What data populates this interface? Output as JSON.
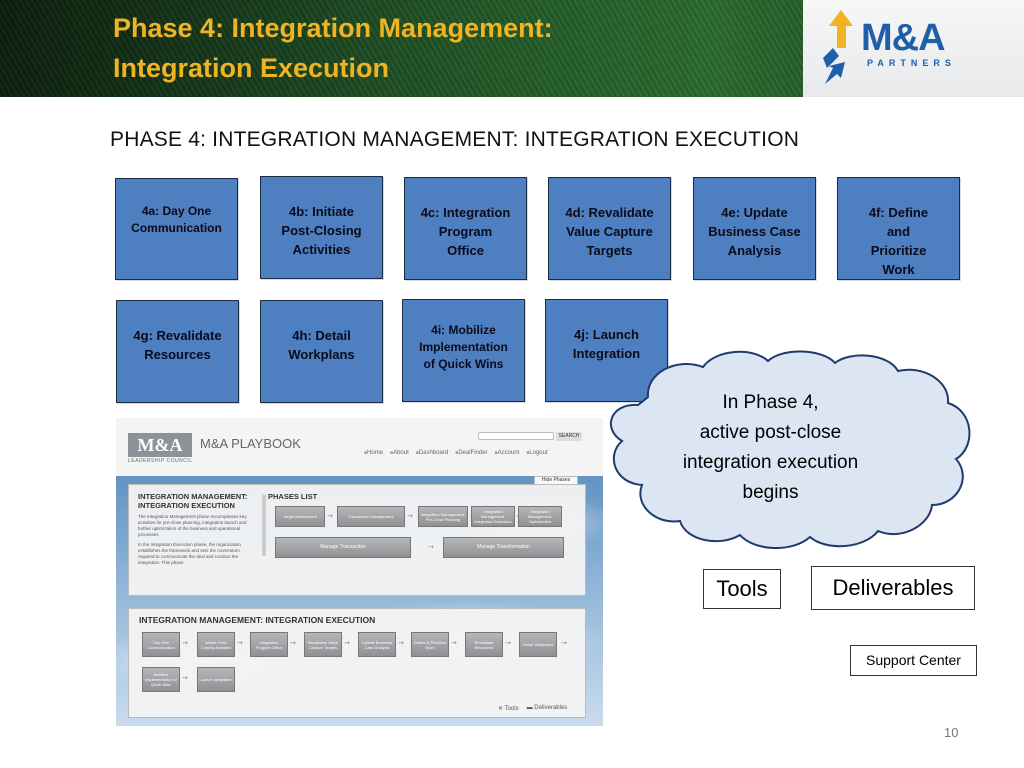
{
  "header": {
    "title_line1": "Phase 4: Integration Management:",
    "title_line2": "Integration Execution",
    "logo_text": "M&A",
    "logo_sub": "PARTNERS"
  },
  "slide_heading": "PHASE 4: INTEGRATION MANAGEMENT: INTEGRATION EXECUTION",
  "steps": [
    {
      "label": "4a: Day  One\nCommunication"
    },
    {
      "label": "4b: Initiate\nPost-Closing\nActivities"
    },
    {
      "label": "4c: Integration\nProgram\nOffice"
    },
    {
      "label": "4d: Revalidate\nValue Capture\nTargets"
    },
    {
      "label": "4e: Update\nBusiness  Case\nAnalysis"
    },
    {
      "label": "4f: Define\nand\nPrioritize\nWork"
    },
    {
      "label": "4g: Revalidate\nResources"
    },
    {
      "label": "4h: Detail\nWorkplans"
    },
    {
      "label": "4i: Mobilize\nImplementation\nof Quick Wins"
    },
    {
      "label": "4j: Launch\nIntegration"
    }
  ],
  "cloud_text": "In Phase 4,\nactive post-close\nintegration execution\nbegins",
  "buttons": {
    "tools": "Tools",
    "deliverables": "Deliverables",
    "support_center": "Support Center"
  },
  "page_number": "10",
  "playbook": {
    "logo": "M&A",
    "council": "LEADERSHIP COUNCIL",
    "title": "M&A PLAYBOOK",
    "search_button": "SEARCH",
    "nav": [
      "Home",
      "About",
      "Dashboard",
      "DealFinder",
      "Account",
      "Logout"
    ],
    "hide_phases": "Hide Phases",
    "panel1_title": "INTEGRATION MANAGEMENT:\nINTEGRATION EXECUTION",
    "panel1_body_1": "The Integration Management phase encompasses key activities for pre-close planning, integration launch and further optimization of the business and operational processes",
    "panel1_body_2": "In the Integration Execution phase, the organization establishes the framework and sets the momentum required to communicate the deal and conduct the integration. This phase",
    "phases_list_label": "PHASES LIST",
    "phases_row1": [
      "Target Assessment",
      "Transaction Management",
      "Integration Management: Pre-Close Planning",
      "Integration Management: Integration Execution",
      "Integration Management: Optimization"
    ],
    "phases_row2": [
      "Manage Transaction",
      "Manage Transformation"
    ],
    "panel2_title": "INTEGRATION MANAGEMENT: INTEGRATION EXECUTION",
    "steps_row1": [
      "Day One Communication",
      "Initiate Post-Closing Activities",
      "Integration Program Office",
      "Revalidate Value Capture Targets",
      "Update Business Case Analysis",
      "Define & Prioritize Work",
      "Revalidate Resources",
      "Detail Workplans"
    ],
    "steps_row2": [
      "Mobilize Implementation of Quick Wins",
      "Launch Integration"
    ],
    "footer_tools": "Tools",
    "footer_deliverables": "Deliverables"
  }
}
